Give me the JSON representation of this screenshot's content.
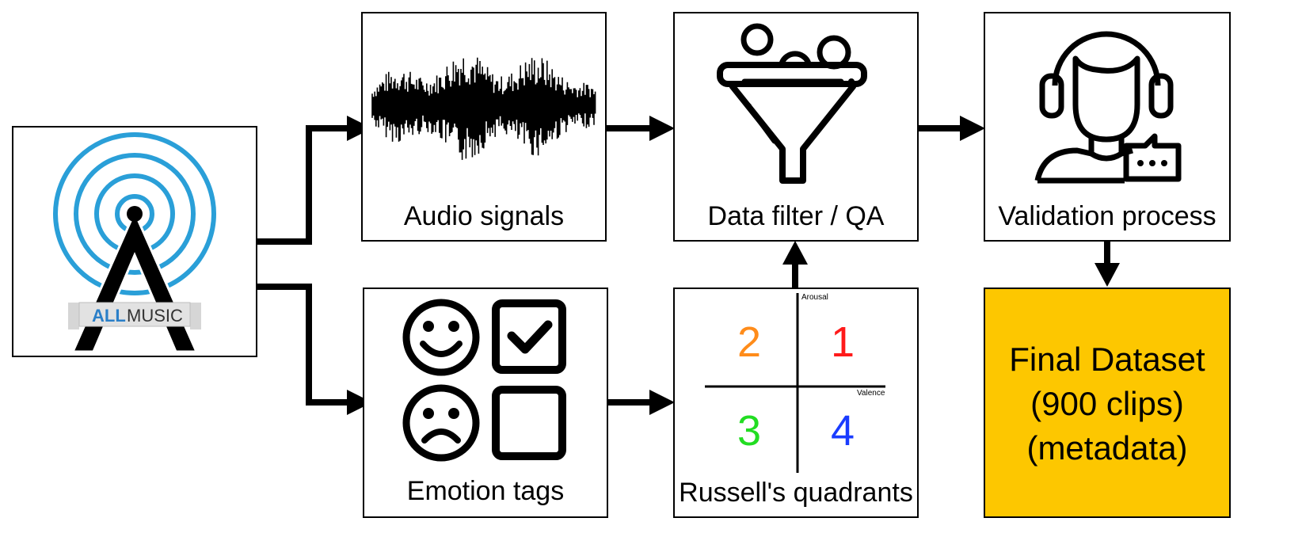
{
  "logo": {
    "text_all": "ALL",
    "text_music": "MUSIC",
    "color_blue": "#2a9fd8",
    "color_dark": "#000000"
  },
  "boxes": {
    "audio": {
      "label": "Audio signals"
    },
    "emotion": {
      "label": "Emotion tags"
    },
    "filter": {
      "label": "Data filter / QA"
    },
    "russell": {
      "label": "Russell's quadrants",
      "arousal": "Arousal",
      "valence": "Valence",
      "q1": "1",
      "q2": "2",
      "q3": "3",
      "q4": "4"
    },
    "validation": {
      "label": "Validation process"
    },
    "final": {
      "line1": "Final Dataset",
      "line2": "(900 clips)",
      "line3": "(metadata)"
    }
  },
  "colors": {
    "final_fill": "#fdc700",
    "q1": "#ff1a1a",
    "q2": "#ff8c1a",
    "q3": "#22dd22",
    "q4": "#1a3cff"
  }
}
